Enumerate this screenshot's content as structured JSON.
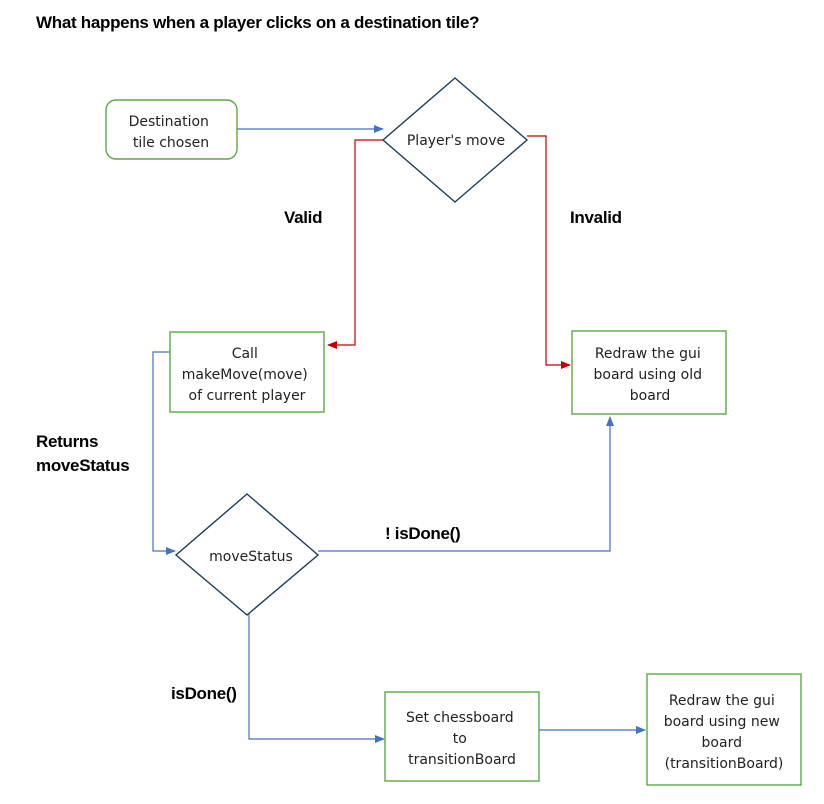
{
  "title": "What happens when a player clicks on a destination tile?",
  "nodes": {
    "destination": [
      "Destination",
      "tile chosen"
    ],
    "players_move": [
      "Player's move"
    ],
    "call_make_move": [
      "Call",
      "makeMove(move)",
      "of current player"
    ],
    "redraw_old": [
      "Redraw the gui",
      "board using old",
      "board"
    ],
    "move_status": [
      "moveStatus"
    ],
    "set_chessboard": [
      "Set chessboard",
      "to",
      "transitionBoard"
    ],
    "redraw_new": [
      "Redraw the gui",
      "board using new",
      "board",
      "(transitionBoard)"
    ]
  },
  "edge_labels": {
    "valid": "Valid",
    "invalid": "Invalid",
    "returns": [
      "Returns",
      "moveStatus"
    ],
    "not_done": "! isDone()",
    "is_done": "isDone()"
  },
  "colors": {
    "node_border": "#5aa845",
    "diamond_border": "#1f3b5a",
    "blue_arrow": "#4472c4",
    "red_arrow": "#c00000"
  }
}
